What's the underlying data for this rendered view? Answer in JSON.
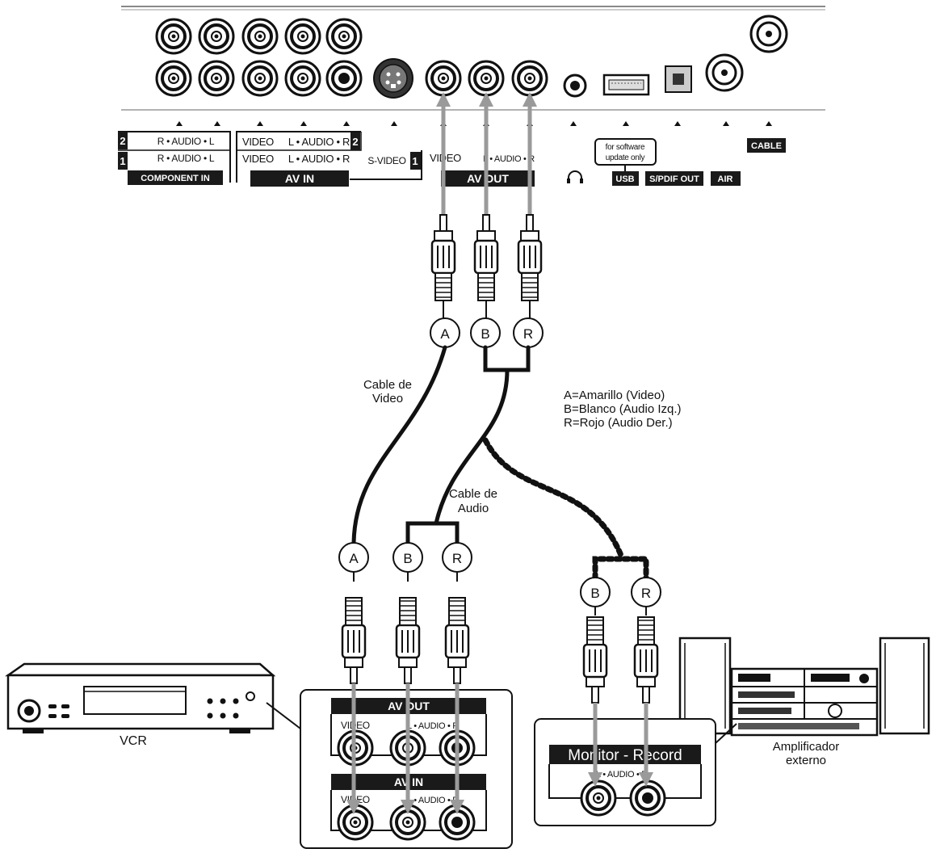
{
  "panel": {
    "row1_text": "R • AUDIO • L",
    "row1_index": "2",
    "row2_text": "R • AUDIO • L",
    "row2_index": "1",
    "component_in": "COMPONENT IN",
    "av_in_video_top": "VIDEO",
    "av_in_audio_top": "L • AUDIO • R",
    "av_in_index_top": "2",
    "av_in_video_bottom": "VIDEO",
    "av_in_audio_bottom": "L • AUDIO • R",
    "s_video": "S-VIDEO",
    "av_in_index_bottom": "1",
    "av_in": "AV  IN",
    "av_out_video": "VIDEO",
    "av_out_audio": "L • AUDIO • R",
    "av_out": "AV  OUT",
    "usb_note_line1": "for software",
    "usb_note_line2": "update only",
    "usb": "USB",
    "spdif": "S/PDIF OUT",
    "air": "AIR",
    "cable": "CABLE"
  },
  "plugs": {
    "a": "A",
    "b": "B",
    "r": "R"
  },
  "labels": {
    "video_cable_line1": "Cable de",
    "video_cable_line2": "Video",
    "audio_cable_line1": "Cable de",
    "audio_cable_line2": "Audio",
    "legend_a": "A=Amarillo (Video)",
    "legend_b": "B=Blanco (Audio Izq.)",
    "legend_r": "R=Rojo (Audio Der.)"
  },
  "vcr": {
    "name": "VCR",
    "av_out": "AV OUT",
    "av_out_video": "VIDEO",
    "av_out_audio": "L • AUDIO • R",
    "av_in": "AV IN",
    "av_in_video": "VIDEO",
    "av_in_audio": "L • AUDIO • R"
  },
  "amplifier": {
    "name_line1": "Amplificador",
    "name_line2": "externo",
    "monitor_record": "Monitor - Record",
    "audio": "L • AUDIO • R"
  }
}
